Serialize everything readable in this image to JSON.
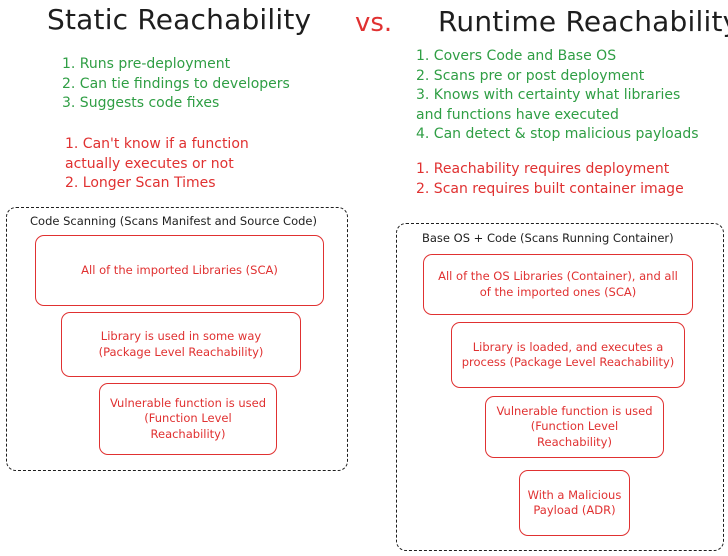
{
  "titles": {
    "left": "Static Reachability",
    "vs": "vs.",
    "right": "Runtime Reachability"
  },
  "left": {
    "pros": [
      "1. Runs pre-deployment",
      "2. Can tie findings to developers",
      "3. Suggests code fixes"
    ],
    "cons": [
      "1. Can't know if a function actually executes or not",
      "2. Longer Scan Times"
    ],
    "section_label": "Code Scanning (Scans Manifest and Source Code)",
    "boxes": [
      "All of the imported Libraries (SCA)",
      "Library is used in some way (Package Level Reachability)",
      "Vulnerable function is used (Function Level Reachability)"
    ]
  },
  "right": {
    "pros": [
      "1. Covers Code and Base OS",
      "2. Scans pre or post deployment",
      "3. Knows with certainty what libraries and functions have executed",
      "4. Can detect & stop malicious payloads"
    ],
    "cons": [
      "1. Reachability requires deployment",
      "2. Scan requires built container image"
    ],
    "section_label": "Base OS + Code (Scans Running Container)",
    "boxes": [
      "All of the OS Libraries (Container), and all of the imported ones (SCA)",
      "Library is loaded, and executes a process (Package Level Reachability)",
      "Vulnerable function is used (Function Level Reachability)",
      "With a Malicious Payload (ADR)"
    ]
  },
  "colors": {
    "pros": "#2f9e44",
    "cons": "#e03131",
    "vs": "#e03131",
    "text": "#1e1e1e"
  }
}
